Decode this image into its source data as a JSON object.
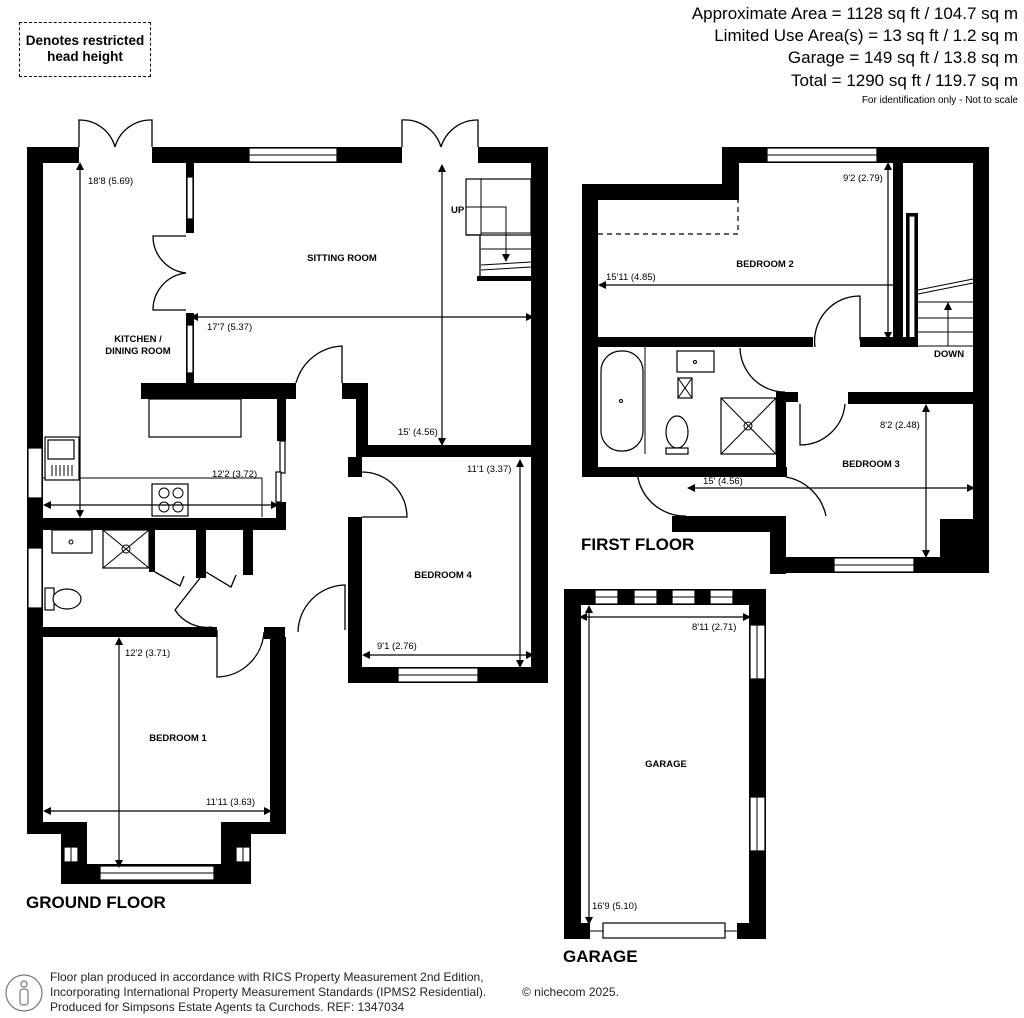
{
  "legend": {
    "restricted_label": "Denotes restricted head height"
  },
  "areas": {
    "approximate": "Approximate Area = 1128 sq ft / 104.7 sq m",
    "limited_use": "Limited Use Area(s) = 13 sq ft / 1.2 sq m",
    "garage": "Garage = 149 sq ft / 13.8 sq m",
    "total": "Total = 1290 sq ft / 119.7 sq m",
    "note": "For identification only - Not to scale"
  },
  "ground_floor": {
    "title": "GROUND FLOOR",
    "rooms": {
      "kitchen_line1": "KITCHEN /",
      "kitchen_line2": "DINING ROOM",
      "kitchen_dim_length": "18'8 (5.69)",
      "kitchen_dim_width": "12'2 (3.72)",
      "sitting": "SITTING ROOM",
      "sitting_dim_width": "17'7 (5.37)",
      "sitting_dim_length": "15' (4.56)",
      "stairs_label": "UP",
      "bedroom4": "BEDROOM 4",
      "bedroom4_dim_length": "11'1 (3.37)",
      "bedroom4_dim_width": "9'1 (2.76)",
      "bedroom1": "BEDROOM 1",
      "bedroom1_dim_length": "12'2 (3.71)",
      "bedroom1_dim_width": "11'11 (3.63)"
    }
  },
  "first_floor": {
    "title": "FIRST FLOOR",
    "rooms": {
      "bedroom2": "BEDROOM 2",
      "bedroom2_dim_length": "9'2 (2.79)",
      "bedroom2_dim_width": "15'11 (4.85)",
      "stairs_label": "DOWN",
      "bedroom3": "BEDROOM 3",
      "bedroom3_dim_length": "8'2 (2.48)",
      "bedroom3_dim_width": "15' (4.56)"
    }
  },
  "garage": {
    "title": "GARAGE",
    "room_label": "GARAGE",
    "dim_width": "8'11 (2.71)",
    "dim_length": "16'9 (5.10)"
  },
  "footer": {
    "line1": "Floor plan produced in accordance with RICS Property Measurement 2nd Edition,",
    "line2": "Incorporating International Property Measurement Standards (IPMS2 Residential).",
    "line3": "Produced for Simpsons Estate Agents ta Curchods.   REF: 1347034",
    "copyright": "© nichecom 2025."
  }
}
